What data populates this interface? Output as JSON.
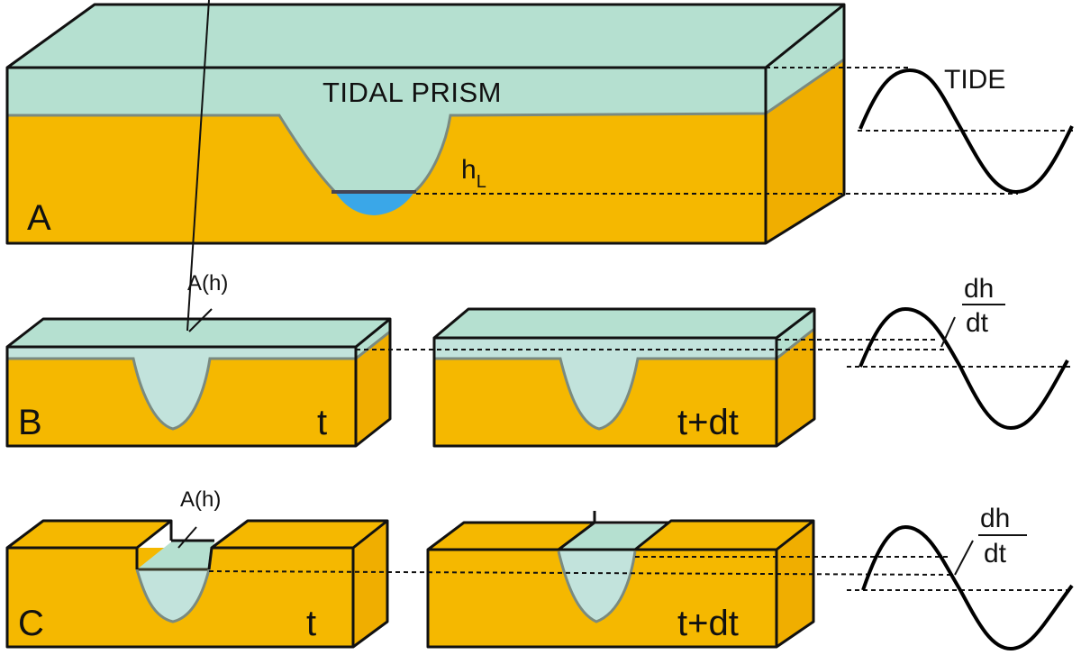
{
  "panel_a": {
    "letter": "A",
    "prism_label": "TIDAL PRISM",
    "low_depth_label": "h",
    "low_depth_subscript": "L",
    "tide_label": "TIDE"
  },
  "panel_b": {
    "letter": "B",
    "area_label": "A(h)",
    "time_left": "t",
    "time_right": "t+dt",
    "rate_numerator": "dh",
    "rate_denominator": "dt"
  },
  "panel_c": {
    "letter": "C",
    "area_label": "A(h)",
    "time_left": "t",
    "time_right": "t+dt",
    "rate_numerator": "dh",
    "rate_denominator": "dt"
  },
  "colors": {
    "sediment": "#f5b800",
    "sediment_side": "#f0ae00",
    "water_prism": "#b5e0d0",
    "water_channel": "#c2e3dc",
    "low_water": "#3aa7e8",
    "outline": "#111111"
  }
}
